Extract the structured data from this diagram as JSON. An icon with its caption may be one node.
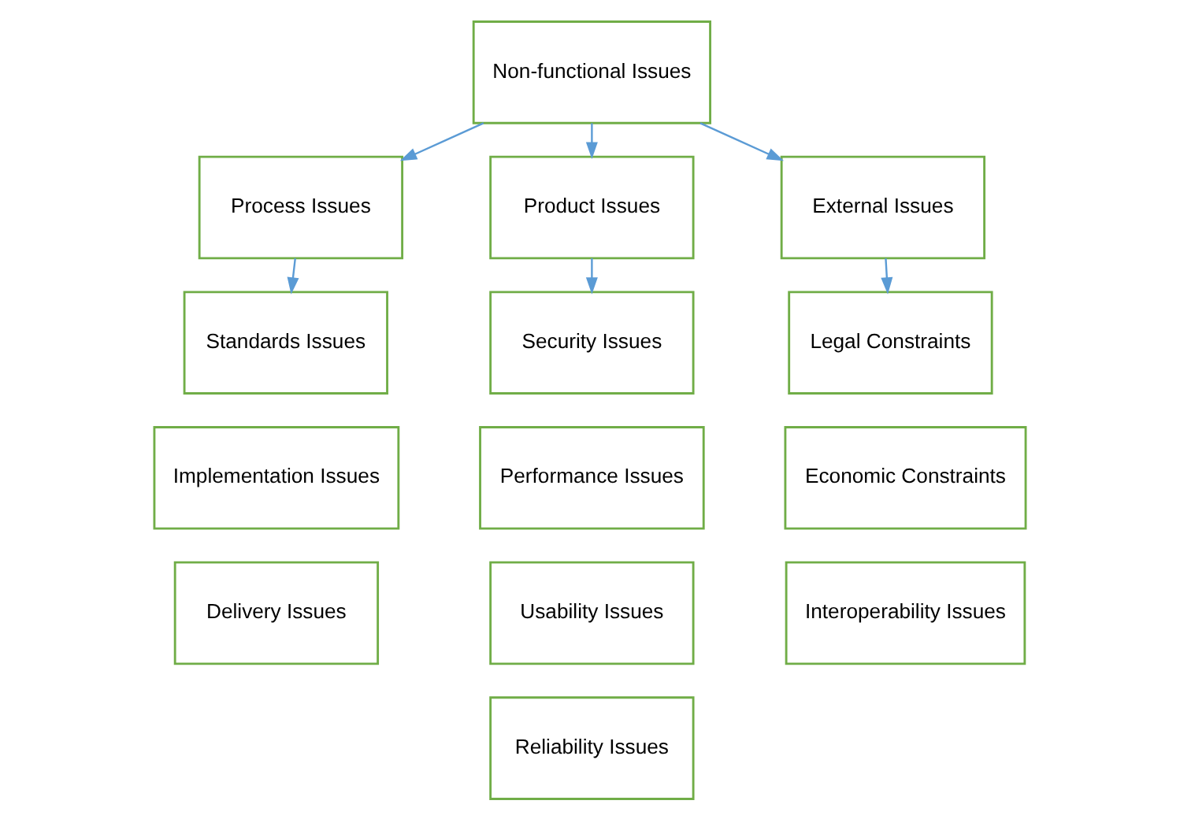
{
  "diagram": {
    "nodes": [
      {
        "text": [
          "Non-functional Issues"
        ]
      },
      {
        "text": [
          "Process Issues"
        ]
      },
      {
        "text": [
          "Product Issues"
        ]
      },
      {
        "text": [
          "External Issues"
        ]
      },
      {
        "text": [
          "Standards Issues"
        ]
      },
      {
        "text": [
          "Implementation Issues"
        ]
      },
      {
        "text": [
          "Delivery Issues"
        ]
      },
      {
        "text": [
          "Security Issues"
        ]
      },
      {
        "text": [
          "Performance Issues"
        ]
      },
      {
        "text": [
          "Usability Issues"
        ]
      },
      {
        "text": [
          "Reliability Issues"
        ]
      },
      {
        "text": [
          "Legal Constraints"
        ]
      },
      {
        "text": [
          "Economic Constraints"
        ]
      },
      {
        "text": [
          "Interoperability Issues"
        ]
      }
    ],
    "edges": [
      {
        "from": 0,
        "to": 1,
        "arrow": "to"
      },
      {
        "from": 0,
        "to": 2,
        "arrow": "to"
      },
      {
        "from": 0,
        "to": 3,
        "arrow": "to"
      },
      {
        "from": 1,
        "to": 4,
        "arrow": "to"
      },
      {
        "from": 2,
        "to": 7,
        "arrow": "to"
      },
      {
        "from": 3,
        "to": 11,
        "arrow": "to"
      }
    ]
  }
}
